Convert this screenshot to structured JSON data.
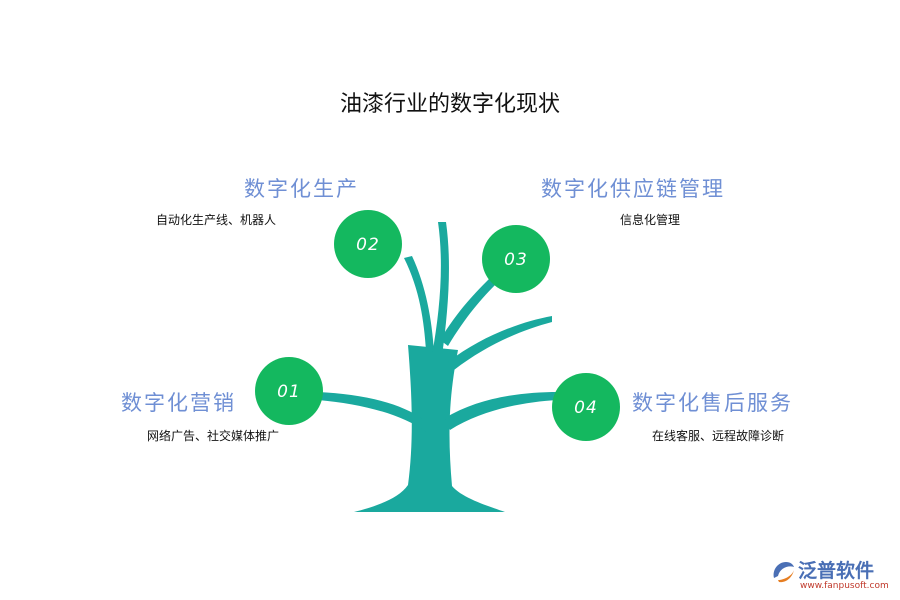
{
  "title": "油漆行业的数字化现状",
  "items": [
    {
      "number": "01",
      "heading": "数字化营销",
      "detail": "网络广告、社交媒体推广"
    },
    {
      "number": "02",
      "heading": "数字化生产",
      "detail": "自动化生产线、机器人"
    },
    {
      "number": "03",
      "heading": "数字化供应链管理",
      "detail": "信息化管理"
    },
    {
      "number": "04",
      "heading": "数字化售后服务",
      "detail": "在线客服、远程故障诊断"
    }
  ],
  "logo": {
    "name": "泛普软件",
    "url": "www.fanpusoft.com"
  },
  "colors": {
    "circle": "#14b85f",
    "trunk": "#1aa99e",
    "heading": "#6f8fd4"
  }
}
